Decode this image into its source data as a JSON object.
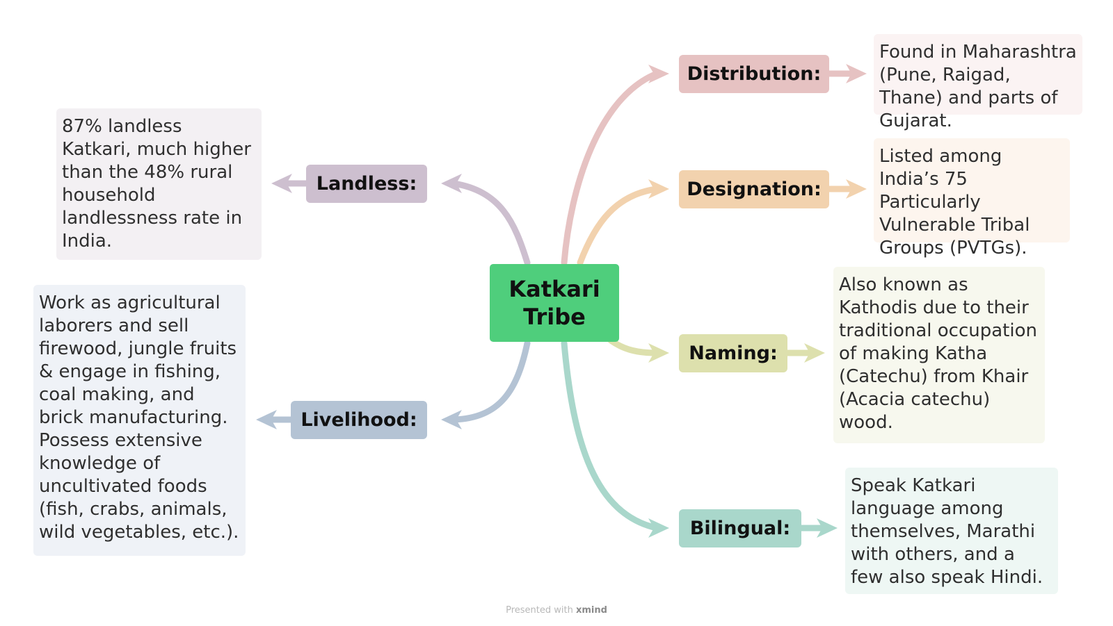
{
  "central": {
    "line1": "Katkari",
    "line2": "Tribe",
    "color": "#4fce7c"
  },
  "branches": [
    {
      "key": "distribution",
      "label": "Distribution:",
      "color": "#e6c2c2",
      "detail_bg": "#fbf3f3",
      "detail": "Found in Maharashtra (Pune, Raigad, Thane) and parts of Gujarat."
    },
    {
      "key": "designation",
      "label": "Designation:",
      "color": "#f2d2ae",
      "detail_bg": "#fdf5ee",
      "detail": "Listed among India’s 75 Particularly Vulnerable Tribal Groups (PVTGs)."
    },
    {
      "key": "naming",
      "label": "Naming:",
      "color": "#dde0ad",
      "detail_bg": "#f7f8ee",
      "detail": "Also known as Kathodis due to their traditional occupation of making Katha (Catechu) from Khair (Acacia catechu) wood."
    },
    {
      "key": "bilingual",
      "label": "Bilingual:",
      "color": "#a9d7cb",
      "detail_bg": "#eef7f4",
      "detail": "Speak Katkari language among themselves, Marathi with others, and a few also speak Hindi."
    },
    {
      "key": "landless",
      "label": "Landless:",
      "color": "#cdbfcf",
      "detail_bg": "#f3f0f3",
      "detail": "87% landless Katkari, much higher than the 48% rural household landlessness rate in India."
    },
    {
      "key": "livelihood",
      "label": "Livelihood:",
      "color": "#b4c3d4",
      "detail_bg": "#eff2f7",
      "detail": "Work as agricultural laborers and sell firewood, jungle fruits & engage in fishing, coal making, and brick manufacturing. Possess extensive knowledge of uncultivated foods (fish, crabs, animals, wild vegetables, etc.)."
    }
  ],
  "footer": {
    "prefix": "Presented with",
    "brand": "xmind"
  }
}
